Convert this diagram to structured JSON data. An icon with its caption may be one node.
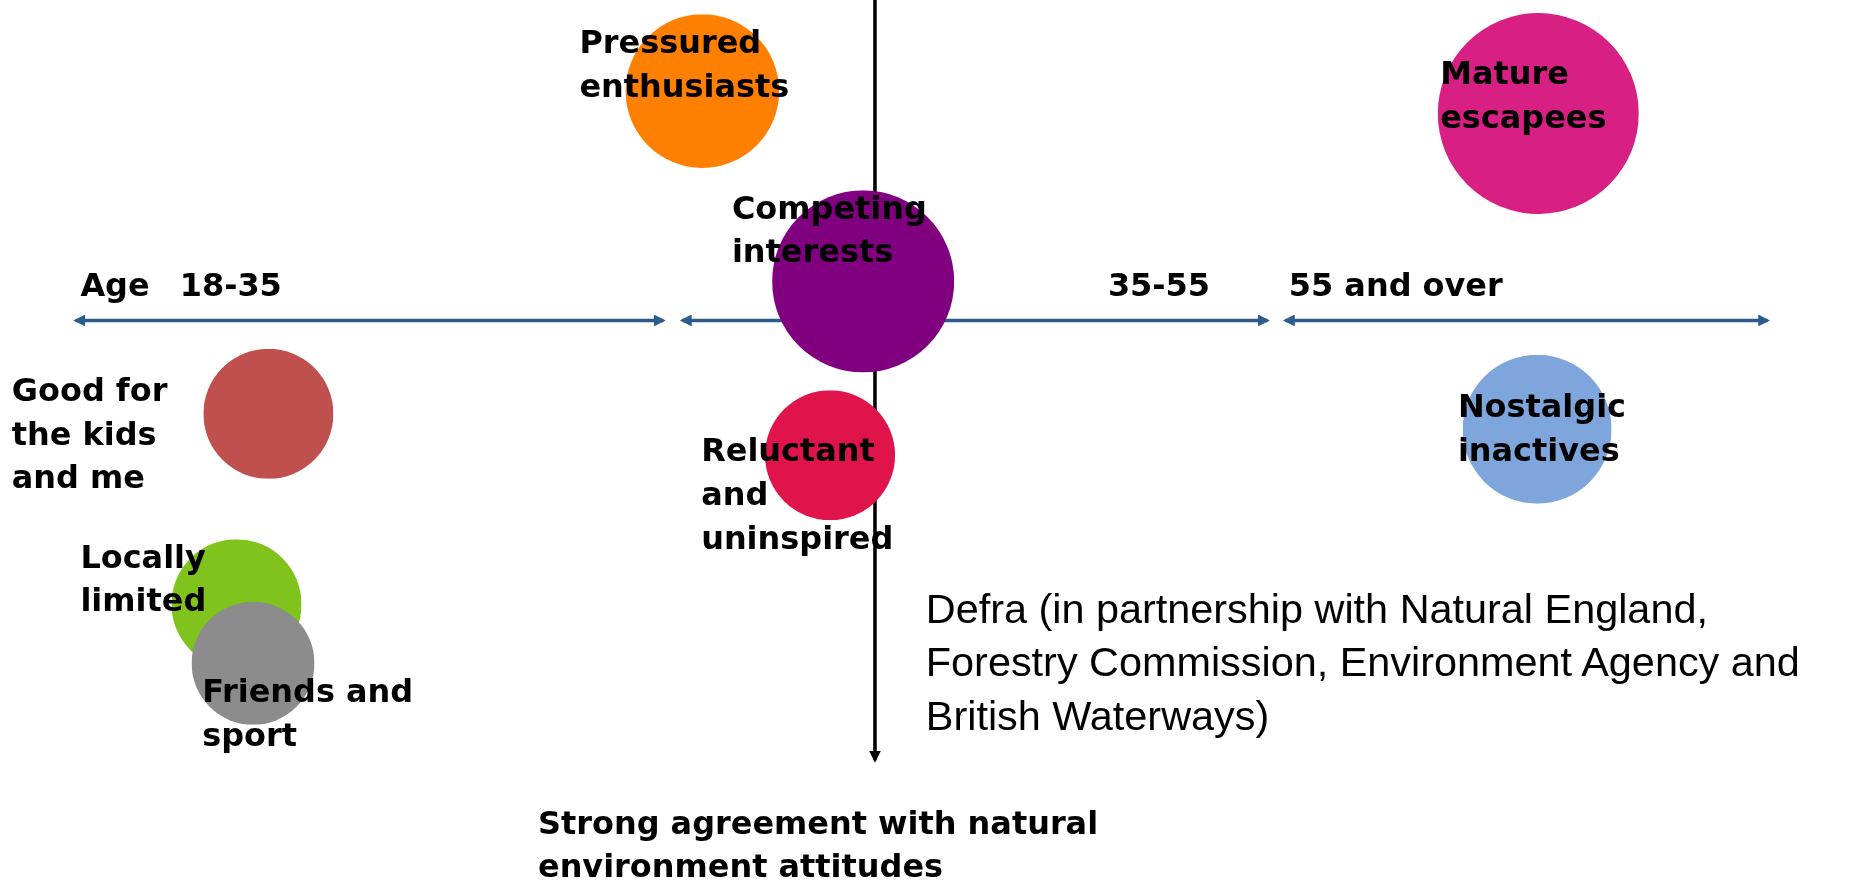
{
  "diagram": {
    "nodes": [
      {
        "text": [
          "Pressured enthusiasts"
        ]
      },
      {
        "text": [
          "Mature escapees"
        ]
      },
      {
        "text": [
          "Competing interests"
        ]
      },
      {
        "text": [
          "Good for the kids and me"
        ]
      },
      {
        "text": [
          "Reluctant and uninspired"
        ]
      },
      {
        "text": [
          "Nostalgic inactives"
        ]
      },
      {
        "text": [
          "Locally limited"
        ]
      },
      {
        "text": [
          "Friends and sport"
        ]
      }
    ],
    "labels": [
      "Age",
      "18-35",
      "35-55",
      "55 and over",
      "Strong agreement with natural environment attitudes",
      "Defra (in partnership with Natural England, Forestry Commission, Environment Agency and British Waterways)"
    ]
  }
}
